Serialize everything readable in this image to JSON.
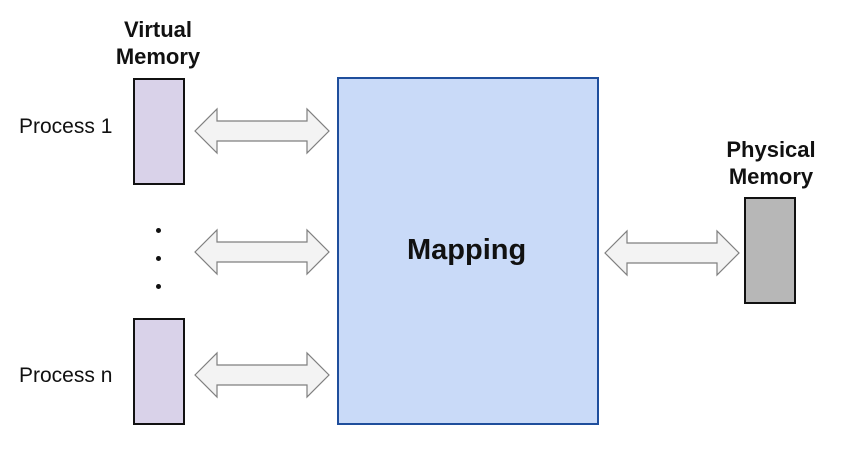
{
  "virtual_memory": {
    "title_line1": "Virtual",
    "title_line2": "Memory",
    "color": "#d9d2e9"
  },
  "processes": [
    {
      "label": "Process 1"
    },
    {
      "label": "Process n"
    }
  ],
  "mapping": {
    "label": "Mapping",
    "fill": "#c9daf8",
    "border": "#1f4e9c"
  },
  "physical_memory": {
    "title_line1": "Physical",
    "title_line2": "Memory",
    "color": "#b7b7b7"
  },
  "arrow_color": {
    "fill": "#f3f3f3",
    "stroke": "#7f7f7f"
  }
}
